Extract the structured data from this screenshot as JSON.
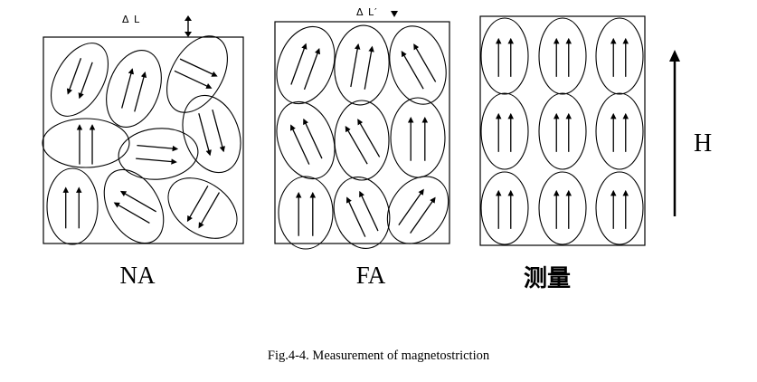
{
  "panels": [
    {
      "label": "NA",
      "marker": "Δ L",
      "marker_icon": "double-headed-vertical-arrow",
      "domains": [
        {
          "rot": 30,
          "arrows": "double",
          "dir": 200
        },
        {
          "rot": 20,
          "arrows": "double",
          "dir": 15
        },
        {
          "rot": -60,
          "arrows": "double",
          "dir": 115
        },
        {
          "rot": 0,
          "arrows": "double",
          "dir": 0
        },
        {
          "rot": 85,
          "arrows": "double",
          "dir": 95
        },
        {
          "rot": -20,
          "arrows": "double",
          "dir": 165
        },
        {
          "rot": 0,
          "arrows": "double",
          "dir": 0
        },
        {
          "rot": 60,
          "arrows": "double",
          "dir": 300
        },
        {
          "rot": -55,
          "arrows": "double",
          "dir": 210
        }
      ]
    },
    {
      "label": "FA",
      "marker": "Δ L′",
      "marker_icon": "small-triangle-icon",
      "domains": [
        {
          "rot": 20,
          "arrows": "double",
          "dir": 20
        },
        {
          "rot": 5,
          "arrows": "double",
          "dir": 10
        },
        {
          "rot": -15,
          "arrows": "double",
          "dir": 330
        },
        {
          "rot": -20,
          "arrows": "double",
          "dir": 335
        },
        {
          "rot": 0,
          "arrows": "double",
          "dir": 330
        },
        {
          "rot": 0,
          "arrows": "double",
          "dir": 0
        },
        {
          "rot": 0,
          "arrows": "double",
          "dir": 0
        },
        {
          "rot": -15,
          "arrows": "double",
          "dir": 335
        },
        {
          "rot": 35,
          "arrows": "double",
          "dir": 35
        }
      ]
    },
    {
      "label": "测量",
      "domains": [
        {
          "rot": 0,
          "arrows": "double",
          "dir": 0
        },
        {
          "rot": 0,
          "arrows": "double",
          "dir": 0
        },
        {
          "rot": 0,
          "arrows": "double",
          "dir": 0
        },
        {
          "rot": 0,
          "arrows": "double",
          "dir": 0
        },
        {
          "rot": 0,
          "arrows": "double",
          "dir": 0
        },
        {
          "rot": 0,
          "arrows": "double",
          "dir": 0
        },
        {
          "rot": 0,
          "arrows": "double",
          "dir": 0
        },
        {
          "rot": 0,
          "arrows": "double",
          "dir": 0
        },
        {
          "rot": 0,
          "arrows": "double",
          "dir": 0
        }
      ]
    }
  ],
  "field": {
    "label": "H",
    "direction": "up"
  },
  "caption": "Fig.4-4. Measurement of magnetostriction"
}
